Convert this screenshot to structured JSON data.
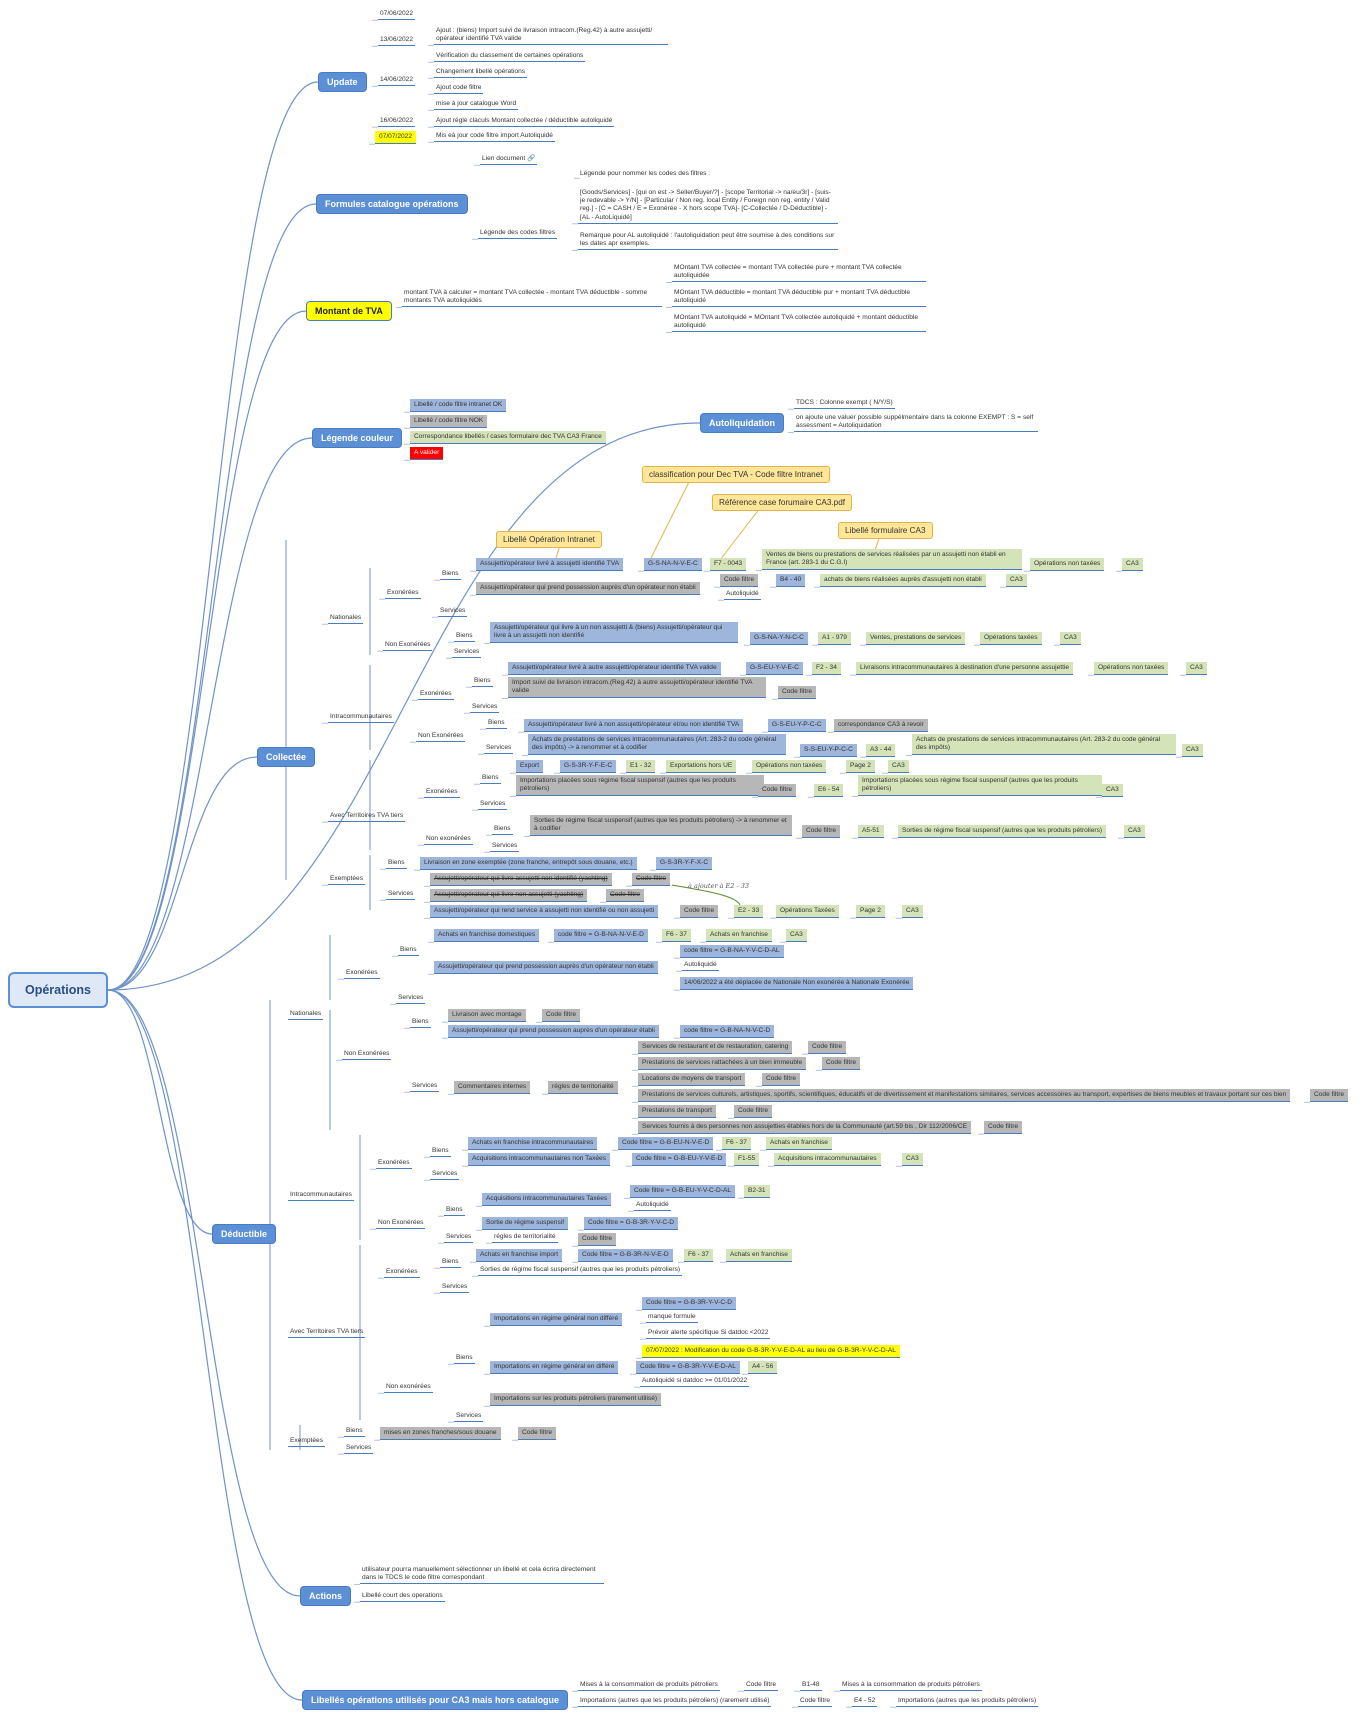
{
  "root": "Opérations",
  "update": {
    "title": "Update",
    "d1": "07/06/2022",
    "d2": "13/06/2022",
    "d2_t1": "Ajout : (biens) Import suivi de livraison intracom.(Reg.42) à autre assujetti/ opérateur identifié TVA valide",
    "d3": "14/06/2022",
    "d3_t1": "Vérification du classement de certaines opérations",
    "d3_t2": "Changement libellé opérations",
    "d3_t3": "Ajout code filtre",
    "d3_t4": "mise à jour catalogue Word",
    "d4": "16/06/2022",
    "d4_t1": "Ajout régle claculs Montant collectée / déductible autoliquidé",
    "d5": "07/07/2022",
    "d5_t1": "Mis eà jour code filtre import Autoliquidé"
  },
  "formules": {
    "title": "Formules catalogue opérations",
    "lien": "Lien document",
    "legende_label": "Légende des codes filtres",
    "legende_l1": "Légende pour nommer les codes des filtres :",
    "legende_l2": "[Goods/Services] - [qui on est -> Seller/Buyer/?] - [scope Territorial -> na/eu/3r] - [suis-je redevable -> Y/N] - [Particular / Non reg. local Entity / Foreign non reg. entity / Valid reg.] - [C = CASH / E = Exonérée - X hors scope TVA]- [C-Collectée / D-Déductible] - [AL - AutoLiquidé]",
    "legende_l3": "Remarque pour AL autoliquidé : l'autoliquidation peut être soumise à des conditions sur les dates apr exemples."
  },
  "montant": {
    "title": "Montant de TVA",
    "formule": "montant TVA à calculer = montant TVA collectée - montant TVA déductible - somme montants TVA autoliquidés",
    "c1": "MOntant TVA collectée = montant TVA collectée pure + montant TVA collectée autoliquidée",
    "c2": "MOntant TVA déductible = montant TVA déductible pur + montant TVA déductible autoliquidé",
    "c3": "MOntant TVA autoliquidé = MOntant TVA collectée autoliquidé + montant déductible autoliquidé"
  },
  "legende_couleur": {
    "title": "Légende couleur",
    "l1": "Libellé / code filtre intranet OK",
    "l2": "Libellé / code filtre NOK",
    "l3": "Correspondance libellés / cases formulaire dec TVA CA3 France",
    "l4": "A valider"
  },
  "autoliq": {
    "title": "Autoliquidation",
    "t1": "TDCS : Colonne exempt ( N/Y/S)",
    "t2": "on ajoute une valuer possible suppélmentaire dans la colonne EXEMPT : S = self assessment = Autoliquidation"
  },
  "callouts": {
    "c1": "classification pour Dec TVA - Code filtre Intranet",
    "c2": "Référence case forumaire CA3.pdf",
    "c3": "Libellé formulaire CA3",
    "c4": "Libellé Opération Intranet"
  },
  "labels": {
    "biens": "Biens",
    "services": "Services",
    "exonerees": "Exonérées",
    "non_exonerees": "Non Exonérées",
    "non_exonerees_lc": "Non exonérées",
    "nationales": "Nationales",
    "intracom": "Intracommunautaires",
    "avec_tiers": "Avec Territoires TVA tiers",
    "exemptees": "Exemptées",
    "code_filtre": "Code filtre",
    "autoliquide": "Autoliquidé",
    "ca3": "CA3",
    "ops_non_taxees": "Opérations non taxées",
    "ops_non_taxees2": "Opérations non  taxées",
    "ops_taxees": "Opérations taxées",
    "ops_taxees2": "Opérations Taxées",
    "page2": "Page 2",
    "a_ajouter": "à ajouter à E2 - 33"
  },
  "collectee": {
    "title": "Collectée",
    "n_ex_b1": "Assujetti/opérateur livré à assujetti identifié TVA",
    "n_ex_b1_code": "G-S-NA-N-V-E-C",
    "n_ex_b1_case": "F7 - 0043",
    "n_ex_b1_lib": "Ventes de biens ou prestations de services réalisées par un assujetti non établi en France (art. 283-1 du C.G.I)",
    "n_ex_b2": "Assujetti/opérateur qui prend possession auprès d'un opérateur non établi",
    "n_ex_b2_case": "B4 - 40",
    "n_ex_b2_lib": "achats de biens réalisées auprès d'assujetti non établi",
    "n_nex_b1": "Assujetti/opérateur qui livre à un non assujetti & (biens) Assujetti/opérateur qui livre à un assujetti non identifié",
    "n_nex_b1_code": "G-S-NA-Y-N-C-C",
    "n_nex_b1_case": "A1 - 979",
    "n_nex_b1_lib": "Ventes, prestations de services",
    "i_ex_b1": "Assujetti/opérateur livré à autre assujetti/opérateur identifié TVA valide",
    "i_ex_b1_code": "G-S-EU-Y-V-E-C",
    "i_ex_b1_case": "F2 - 34",
    "i_ex_b1_lib": "Livraisons intracommunautaires à destination d'une personne assujettie",
    "i_ex_b2": "Import suivi de livraison intracom.(Reg.42) à autre assujetti/opérateur identifié TVA valide",
    "i_nex_b1": "Assujetti/opérateur livré à non assujetti/opérateur et/ou non identifié TVA",
    "i_nex_b1_code": "G-S-EU-Y-P-C-C",
    "i_nex_b1_note": "correspondance CA3 à revoir",
    "i_nex_s1": "Achats de prestations de services intracommunautaires (Art. 283-2 du code général des impôts) -> à renommer et à codifier",
    "i_nex_s1_code": "S-S-EU-Y-P-C-C",
    "i_nex_s1_case": "A3 - 44",
    "i_nex_s1_lib": "Achats de prestations de services intracommunautaires (Art. 283-2 du code général des impôts)",
    "t_ex_b1": "Export",
    "t_ex_b1_code": "G-S-3R-Y-F-E-C",
    "t_ex_b1_case": "E1 - 32",
    "t_ex_b1_lib": "Exportations hors UE",
    "t_ex_b2": "Importations placées sous régime fiscal suspensif (autres que les produits pétroliers)",
    "t_ex_b2_case": "E6 - 54",
    "t_ex_b2_lib": "Importations placées sous régime fiscal suspensif (autres que les produits pétroliers)",
    "t_nex_b1": "Sorties de régime fiscal suspensif (autres que les produits pétroliers) -> à renommer et à codifier",
    "t_nex_b1_case": "A5-51",
    "t_nex_b1_lib": "Sorties de régime fiscal suspensif (autres que les produits pétroliers)",
    "e_b1": "Livraison en zone exemptée (zone franche, entrepôt sous douane, etc.)",
    "e_b1_code": "G-S-3R-Y-F-X-C",
    "e_s1": "Assujetti/opérateur qui livre assujetti non identifié (yachting)",
    "e_s2": "Assujetti/opérateur qui livre non assujetti (yachting)",
    "e_s3": "Assujetti/opérateur qui rend service à assujetti non identifié ou non assujetti",
    "e_s3_case": "E2 - 33"
  },
  "deductible": {
    "title": "Déductible",
    "n_ex_b1": "Achats en franchise domestiques",
    "n_ex_b1_code": "code filtre = G-B-NA-N-V-E-D",
    "n_ex_b1_case": "F6 - 37",
    "n_ex_b1_lib": "Achats en franchise",
    "n_ex_b2": "Assujetti/opérateur qui prend possession auprès d'un opérateur non établi",
    "n_ex_b2_code": "code filtre = G-B-NA-Y-V-C-D-AL",
    "n_ex_b2_note": "14/06/2022 a été déplacée de Nationale Non exonérée à Nationale Exonérée",
    "n_nex_b1": "Livraison avec montage",
    "n_nex_b2": "Assujetti/opérateur qui prend possession auprès d'un opérateur établi",
    "n_nex_b2_code": "code filtre = G-B-NA-N-V-C-D",
    "n_nex_s_comm": "Commentaires internes",
    "n_nex_s_regles": "régles de territorialité",
    "n_nex_s1": "Services de restaurant et de restauration, catering",
    "n_nex_s2": "Prestations de services rattachées à un bien immeuble",
    "n_nex_s3": "Locations de moyens de transport",
    "n_nex_s4": "Prestations de services culturels, artistiques, sportifs, scientifiques, éducatifs et de divertissement et manifestations similaires, services accessoires au transport, expertises de biens meubles et travaux portant sur ces bien",
    "n_nex_s5": "Prestations de transport",
    "n_nex_s6": "Services fournis à des personnes non assujetties établies hors de la Communauté (art.59 bis , Dir 112/2006/CE",
    "i_ex_b1": "Achats en franchise intracommunautaires",
    "i_ex_b1_code": "Code filtre = G-B-EU-N-V-E-D",
    "i_ex_b1_case": "F6 - 37",
    "i_ex_b1_lib": "Achats en franchise",
    "i_ex_b2": "Acquisitions intracommunautaires non Taxées",
    "i_ex_b2_code": "Code filtre = G-B-EU-Y-V-E-D",
    "i_ex_b2_case": "F1-55",
    "i_ex_b2_lib": "Acquisitions intracommunautaires",
    "i_nex_b1": "Acquisitions intracommunautaires Taxées",
    "i_nex_b1_code": "Code filtre = G-B-EU-Y-V-C-D-AL",
    "i_nex_b1_case": "B2-31",
    "i_nex_b2": "Sortie de régime suspensif",
    "i_nex_b2_code": "Code filtre = G-B-3R-Y-V-C-D",
    "i_nex_s_regles": "régles de territorialité",
    "t_ex_b1": "Achats en franchise import",
    "t_ex_b1_code": "Code filtre = G-B-3R-N-V-E-D",
    "t_ex_b1_case": "F6 - 37",
    "t_ex_b1_lib": "Achats en franchise",
    "t_ex_b2": "Sorties de régime fiscal suspensif (autres que les produits pétroliers)",
    "t_nex_b1": "Importations en régime général non différé",
    "t_nex_b1_code": "Code filtre = G-B-3R-Y-V-C-D",
    "t_nex_b1_n1": "manque formule",
    "t_nex_b1_n2": "Prévoir alerte spécifique Si datdoc <2022",
    "t_nex_b2_note": "07/07/2022 : Modification du code G-B-3R-Y-V-E-D-AL au lieu de G-B-3R-Y-V-C-D-AL",
    "t_nex_b2": "Importations en régime général en différé",
    "t_nex_b2_code": "Code filtre = G-B-3R-Y-V-E-D-AL",
    "t_nex_b2_case": "A4 - 56",
    "t_nex_b2_n1": "Autoliquidé si datdoc >= 01/01/2022",
    "t_nex_b3": "Importations sur les produits pétroliers (rarement utilisé)",
    "e_b1": "mises en zones franches/sous douane"
  },
  "actions": {
    "title": "Actions",
    "t1": "utilisateur pourra manuellement sélectionner un libellé et cela écrira directement dans le TDCS le code filtre correspondant",
    "t2": "Libellé court des operations"
  },
  "hors_catalogue": {
    "title": "Libellés opérations utilisés pour CA3 mais hors catalogue",
    "r1": "Mises à la consommation de produits pétroliers",
    "r1_case": "B1-48",
    "r1_lib": "Mises à la consommation de produits pétroliers",
    "r2": "Importations (autres que les produits pétroliers) (rarement utilisé)",
    "r2_case": "E4 - 52",
    "r2_lib": "Importations (autres que les produits pétroliers)"
  }
}
